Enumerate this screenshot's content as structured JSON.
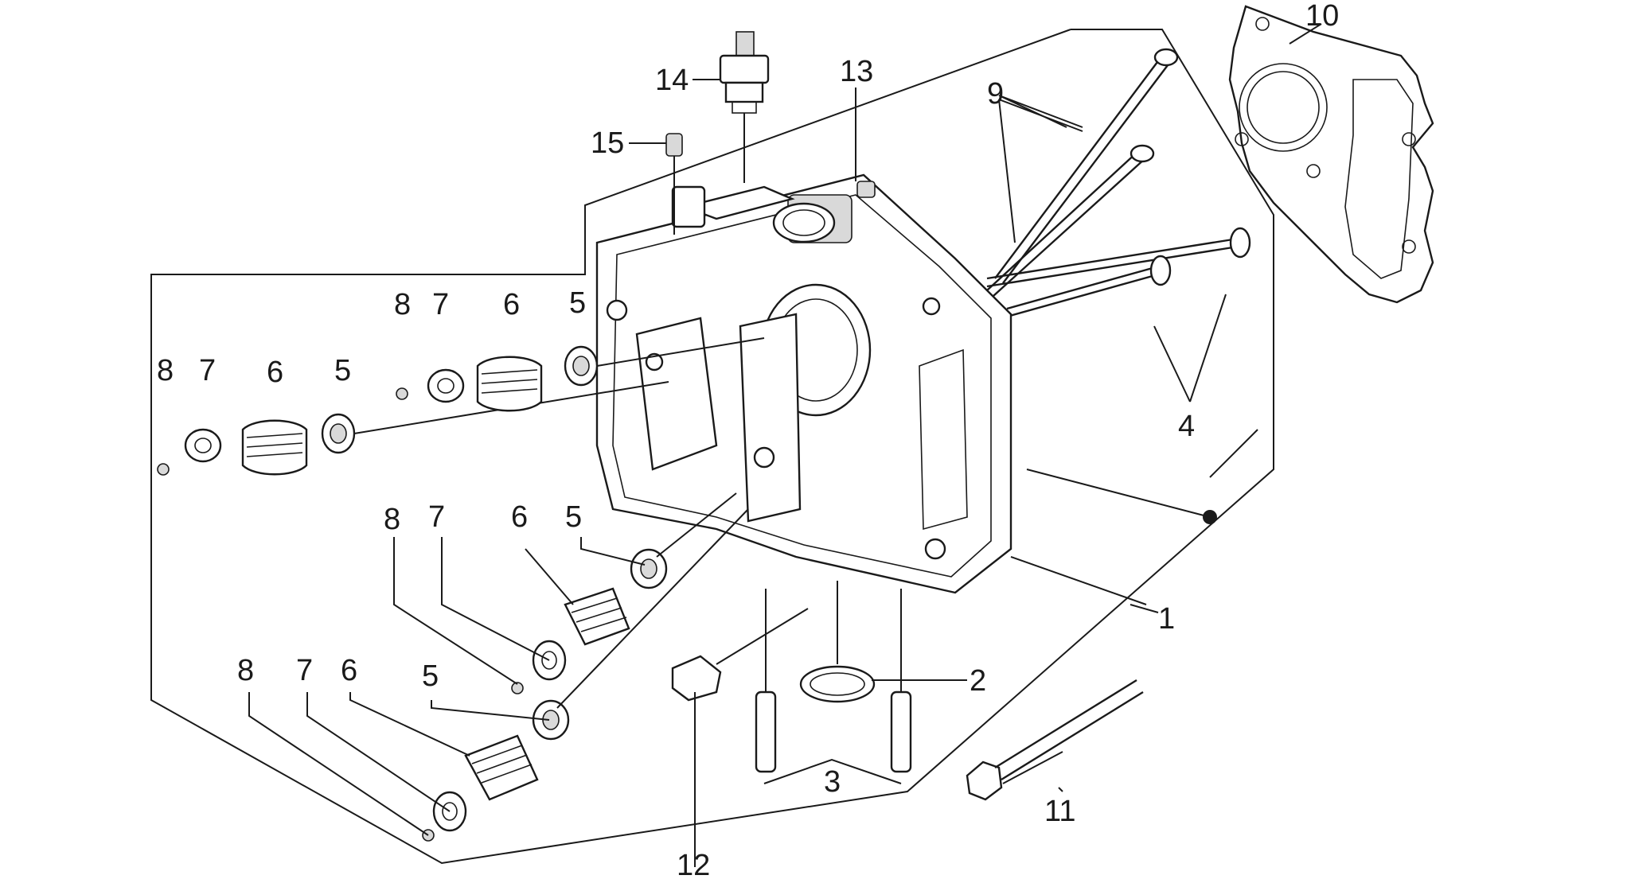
{
  "diagram": {
    "callouts": [
      {
        "id": "c10",
        "text": "10"
      },
      {
        "id": "c14",
        "text": "14"
      },
      {
        "id": "c13",
        "text": "13"
      },
      {
        "id": "c15",
        "text": "15"
      },
      {
        "id": "c9",
        "text": "9"
      },
      {
        "id": "c8a",
        "text": "8"
      },
      {
        "id": "c7a",
        "text": "7"
      },
      {
        "id": "c6a",
        "text": "6"
      },
      {
        "id": "c5a",
        "text": "5"
      },
      {
        "id": "c8b",
        "text": "8"
      },
      {
        "id": "c7b",
        "text": "7"
      },
      {
        "id": "c6b",
        "text": "6"
      },
      {
        "id": "c5b",
        "text": "5"
      },
      {
        "id": "c4",
        "text": "4"
      },
      {
        "id": "c8c",
        "text": "8"
      },
      {
        "id": "c7c",
        "text": "7"
      },
      {
        "id": "c6c",
        "text": "6"
      },
      {
        "id": "c5c",
        "text": "5"
      },
      {
        "id": "c1",
        "text": "1"
      },
      {
        "id": "c2",
        "text": "2"
      },
      {
        "id": "c8d",
        "text": "8"
      },
      {
        "id": "c7d",
        "text": "7"
      },
      {
        "id": "c6d",
        "text": "6"
      },
      {
        "id": "c5d",
        "text": "5"
      },
      {
        "id": "c3",
        "text": "3"
      },
      {
        "id": "c11",
        "text": "11"
      },
      {
        "id": "c12",
        "text": "12"
      }
    ]
  }
}
